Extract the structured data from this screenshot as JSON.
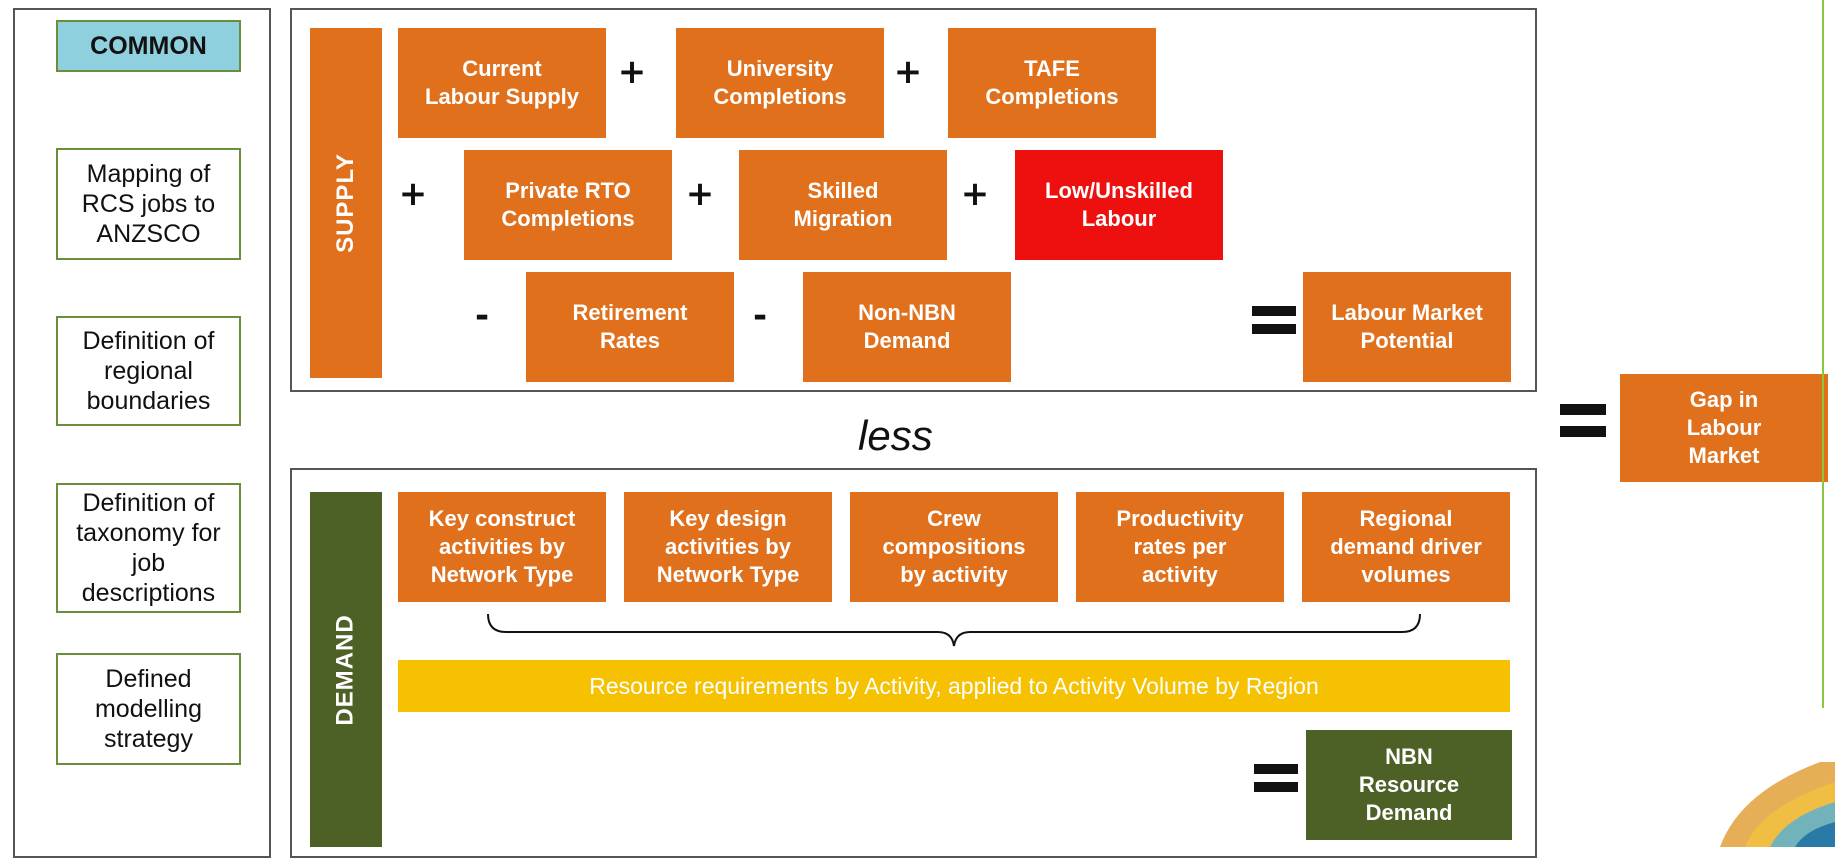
{
  "common": {
    "header": "COMMON",
    "items": [
      "Mapping of\nRCS jobs to\nANZSCO",
      "Definition of\nregional\nboundaries",
      "Definition of\ntaxonomy for\njob\ndescriptions",
      "Defined\nmodelling\nstrategy"
    ]
  },
  "supply": {
    "label": "SUPPLY",
    "row1": [
      "Current\nLabour Supply",
      "University\nCompletions",
      "TAFE\nCompletions"
    ],
    "row2": [
      "Private RTO\nCompletions",
      "Skilled\nMigration",
      "Low/Unskilled\nLabour"
    ],
    "row3": [
      "Retirement\nRates",
      "Non-NBN\nDemand"
    ],
    "result": "Labour Market\nPotential"
  },
  "operators": {
    "plus": "+",
    "minus": "-"
  },
  "less": "less",
  "gap": "Gap in\nLabour\nMarket",
  "demand": {
    "label": "DEMAND",
    "inputs": [
      "Key construct\nactivities by\nNetwork Type",
      "Key design\nactivities by\nNetwork Type",
      "Crew\ncompositions\nby activity",
      "Productivity\nrates per\nactivity",
      "Regional\ndemand driver\nvolumes"
    ],
    "resource_bar": "Resource requirements by Activity, applied to Activity Volume by Region",
    "result": "NBN\nResource\nDemand"
  },
  "colors": {
    "orange": "#e0701c",
    "red": "#ee0f0f",
    "green": "#4d6127",
    "yellow": "#f6c100",
    "common_header": "#8fd0df"
  }
}
